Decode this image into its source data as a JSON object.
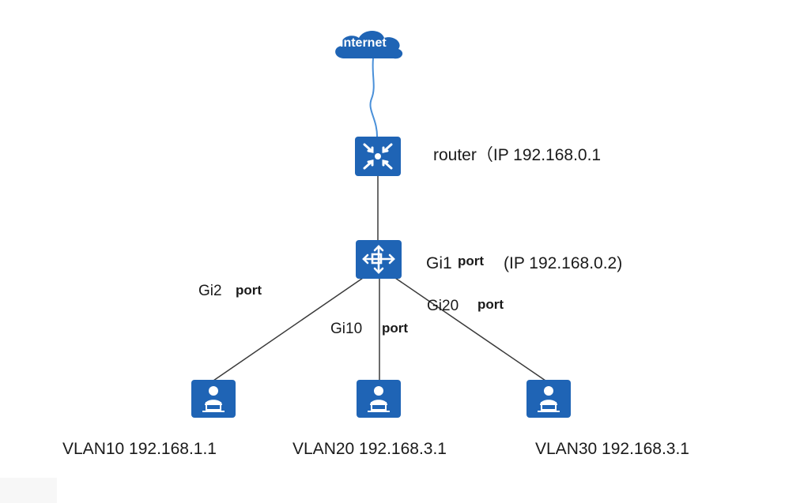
{
  "diagram": {
    "internet_label": "Internet",
    "router_label": "router（IP 192.168.0.1",
    "switch": {
      "gi1_prefix": "Gi1",
      "gi1_word": "port",
      "gi1_ip": "(IP 192.168.0.2)",
      "gi2_prefix": "Gi2",
      "gi2_word": "port",
      "gi10_prefix": "Gi10",
      "gi10_word": "port",
      "gi20_prefix": "Gi20",
      "gi20_word": "port"
    },
    "hosts": [
      {
        "label": "VLAN10 192.168.1.1"
      },
      {
        "label": "VLAN20 192.168.3.1"
      },
      {
        "label": "VLAN30 192.168.3.1"
      }
    ],
    "colors": {
      "icon": "#1f64b5",
      "line": "#3a3a3a",
      "cable": "#4a90d9"
    }
  }
}
